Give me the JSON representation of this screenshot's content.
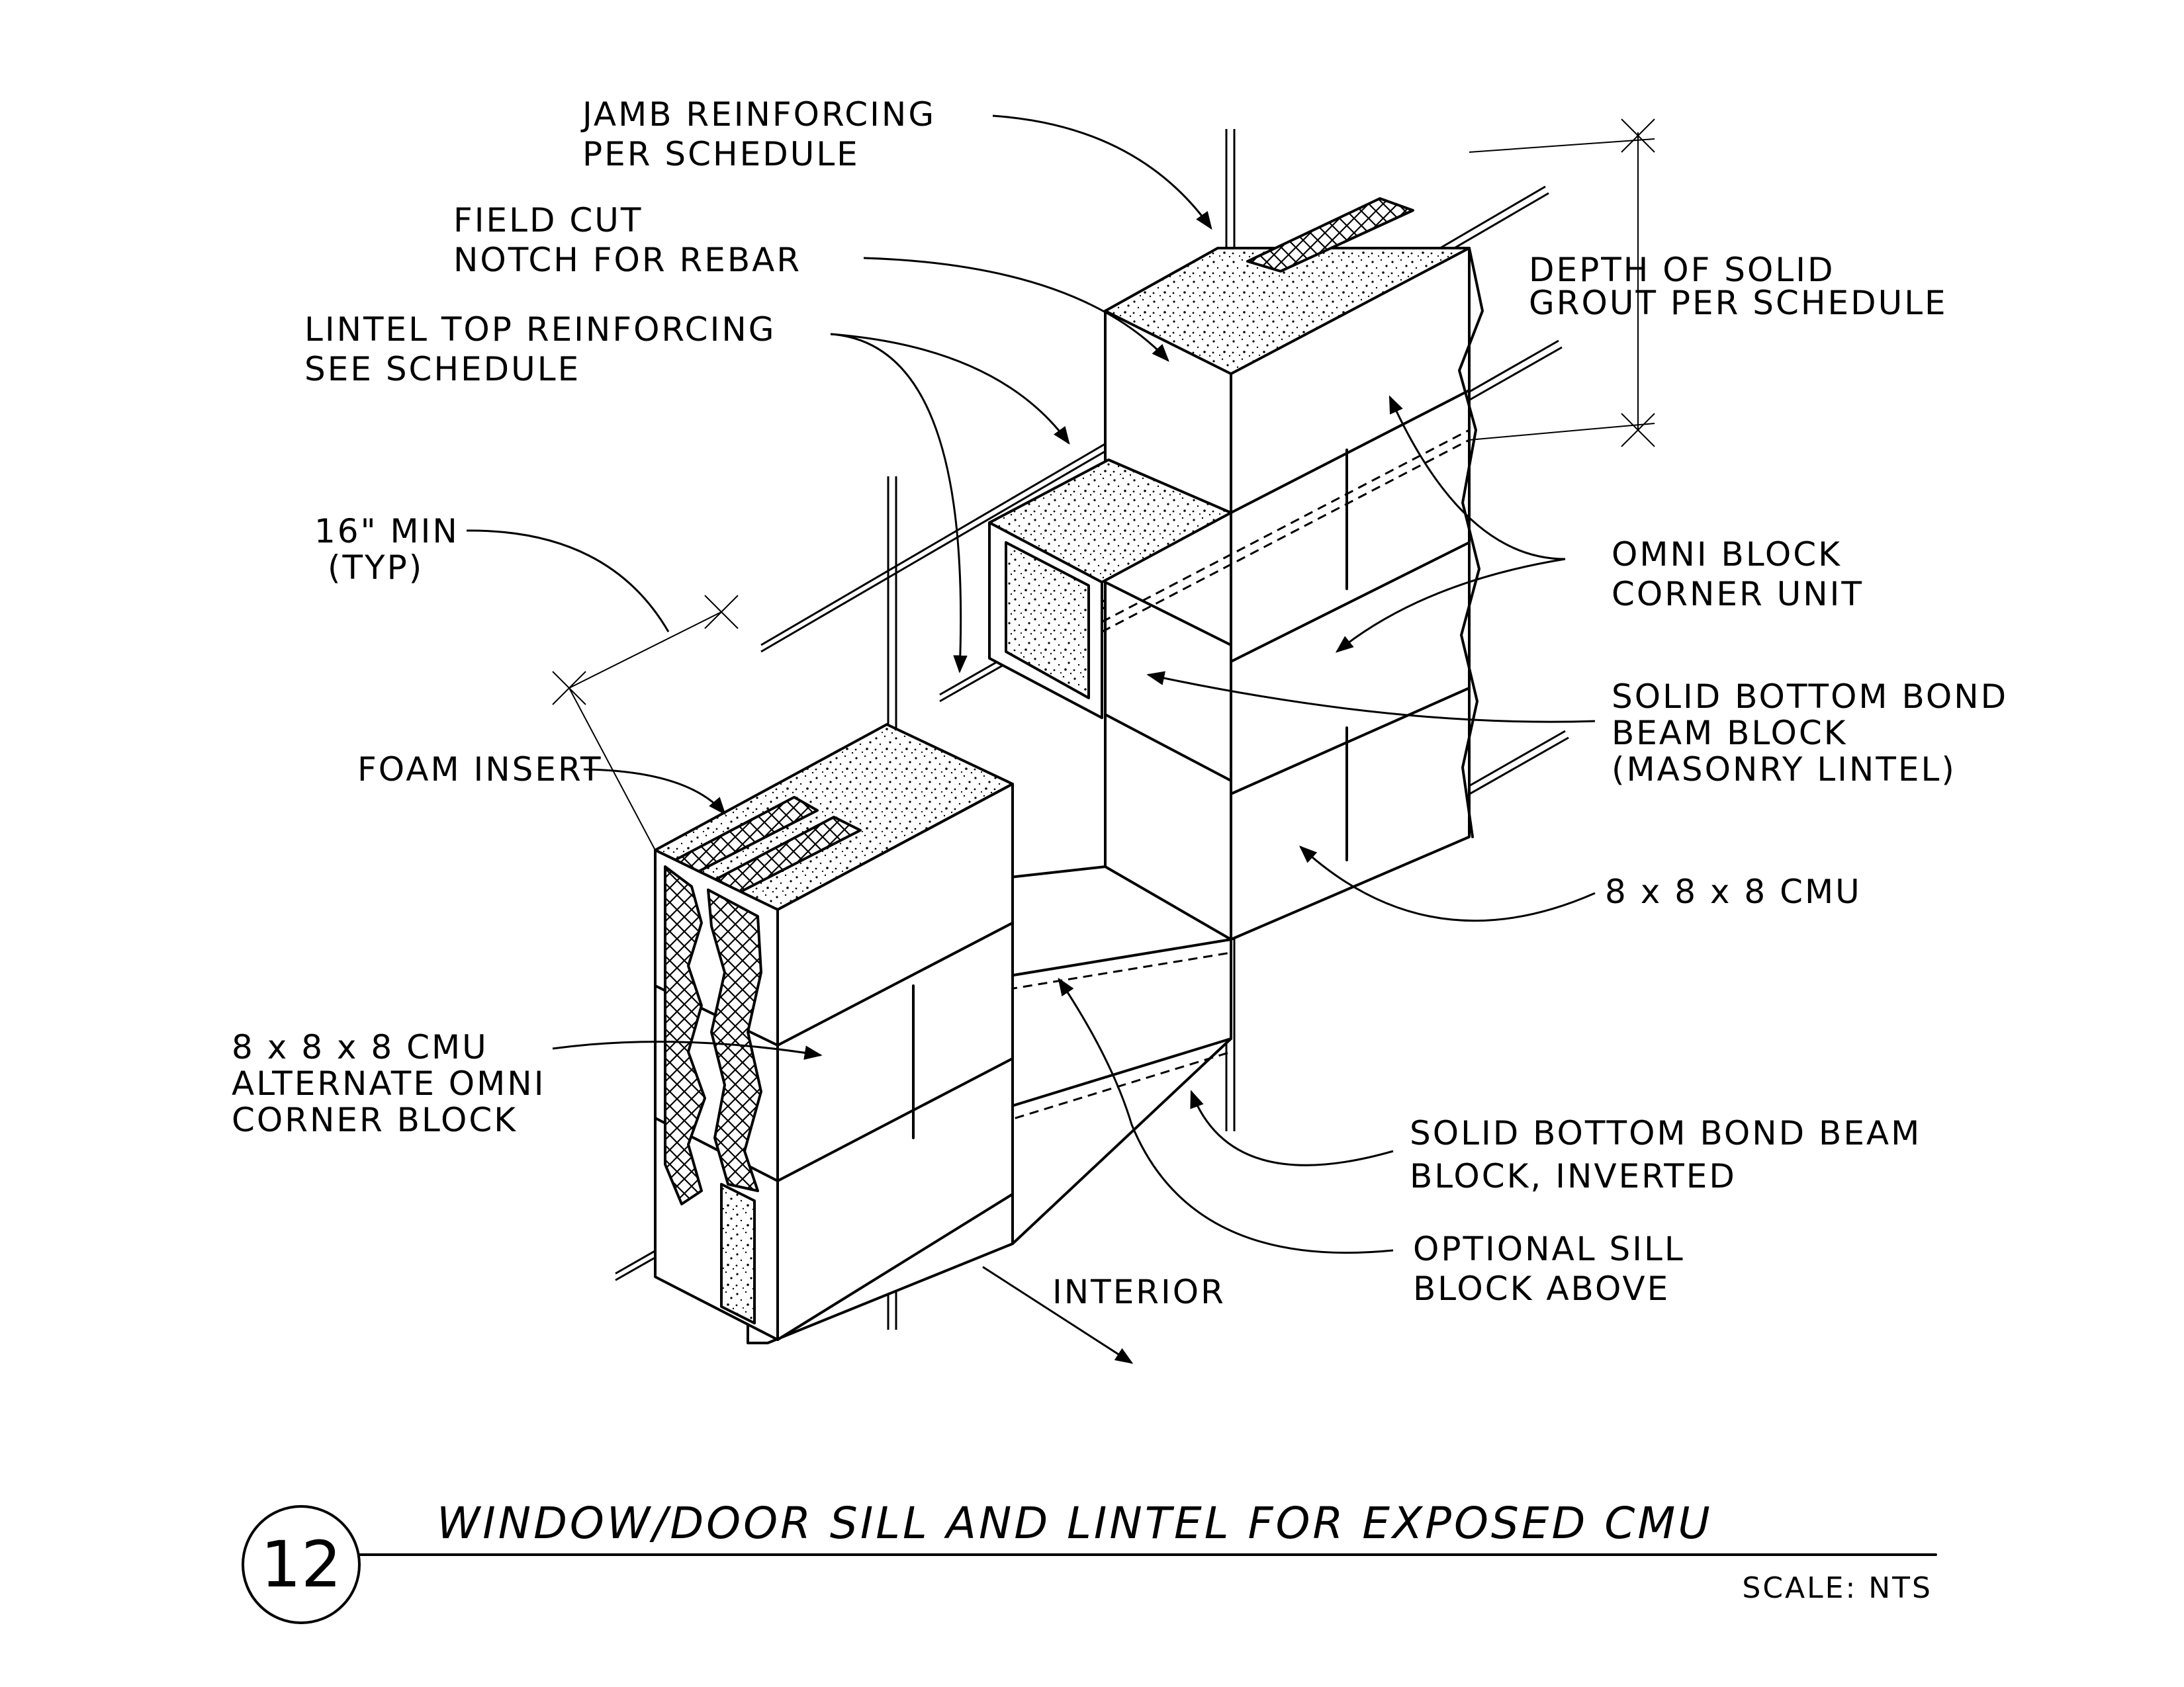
{
  "detail": {
    "number": "12",
    "title": "WINDOW/DOOR SILL AND LINTEL FOR EXPOSED CMU",
    "scale": "SCALE: NTS"
  },
  "callouts": {
    "jamb_reinforcing": [
      "JAMB REINFORCING",
      "PER SCHEDULE"
    ],
    "field_cut_notch": [
      "FIELD CUT",
      "NOTCH FOR REBAR"
    ],
    "lintel_top_reinforcing": [
      "LINTEL TOP REINFORCING",
      "SEE SCHEDULE"
    ],
    "min_length": [
      "16\" MIN",
      "(TYP)"
    ],
    "foam_insert": [
      "FOAM INSERT"
    ],
    "cmu_alternate": [
      "8 x 8 x 8 CMU",
      "ALTERNATE OMNI",
      "CORNER BLOCK"
    ],
    "depth_of_grout": [
      "DEPTH OF SOLID",
      "GROUT PER SCHEDULE"
    ],
    "omni_corner_unit": [
      "OMNI BLOCK",
      "CORNER UNIT"
    ],
    "solid_bottom_bond_beam": [
      "SOLID BOTTOM BOND",
      "BEAM BLOCK",
      "(MASONRY LINTEL)"
    ],
    "cmu_right": [
      "8 x 8 x 8 CMU"
    ],
    "bond_beam_inverted": [
      "SOLID BOTTOM BOND BEAM",
      "BLOCK, INVERTED"
    ],
    "optional_sill": [
      "OPTIONAL SILL",
      "BLOCK ABOVE"
    ],
    "interior": [
      "INTERIOR"
    ]
  }
}
